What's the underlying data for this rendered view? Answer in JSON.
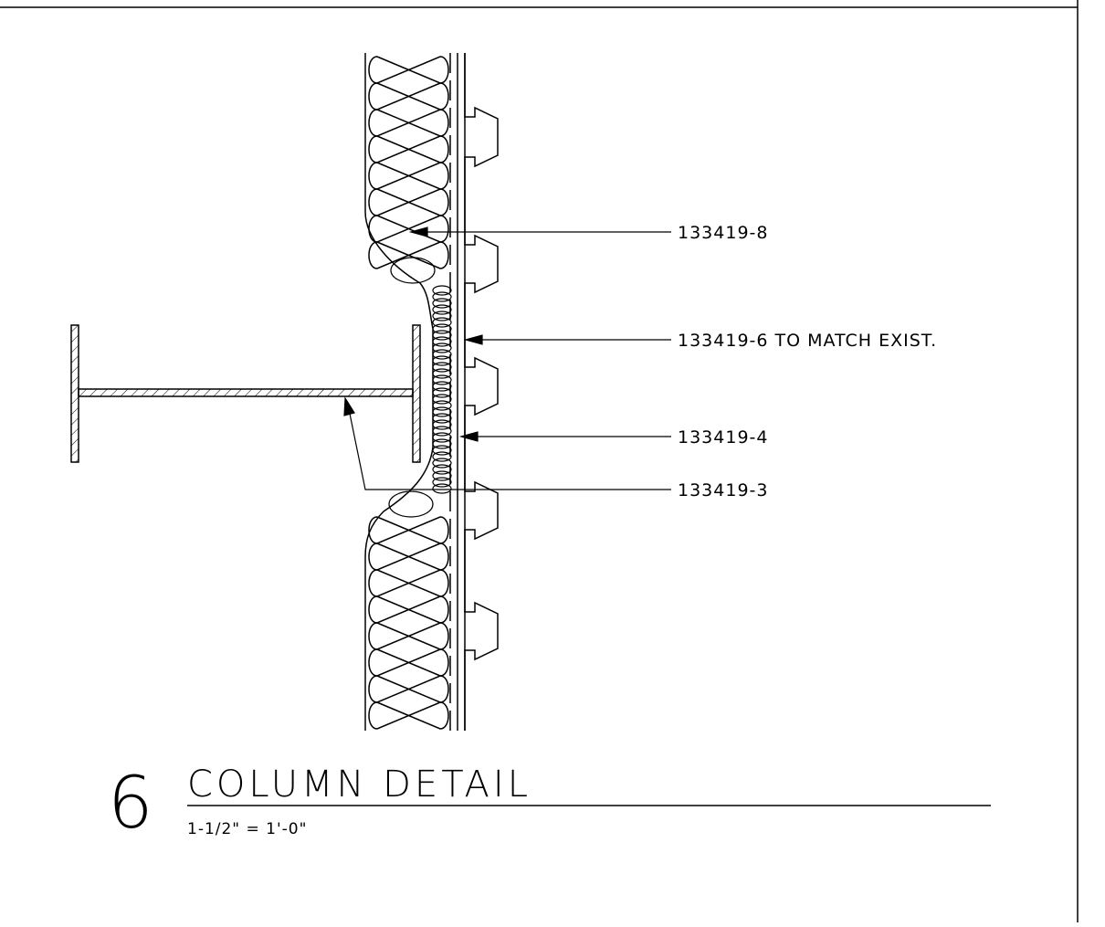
{
  "callouts": [
    {
      "id": "c1",
      "text": "133419-8"
    },
    {
      "id": "c2",
      "text": "133419-6 TO MATCH EXIST."
    },
    {
      "id": "c3",
      "text": "133419-4"
    },
    {
      "id": "c4",
      "text": "133419-3"
    }
  ],
  "title": {
    "number": "6",
    "name": "COLUMN DETAIL",
    "scale": "1-1/2\" = 1'-0\""
  },
  "colors": {
    "ink": "#000000",
    "paper": "#ffffff"
  }
}
